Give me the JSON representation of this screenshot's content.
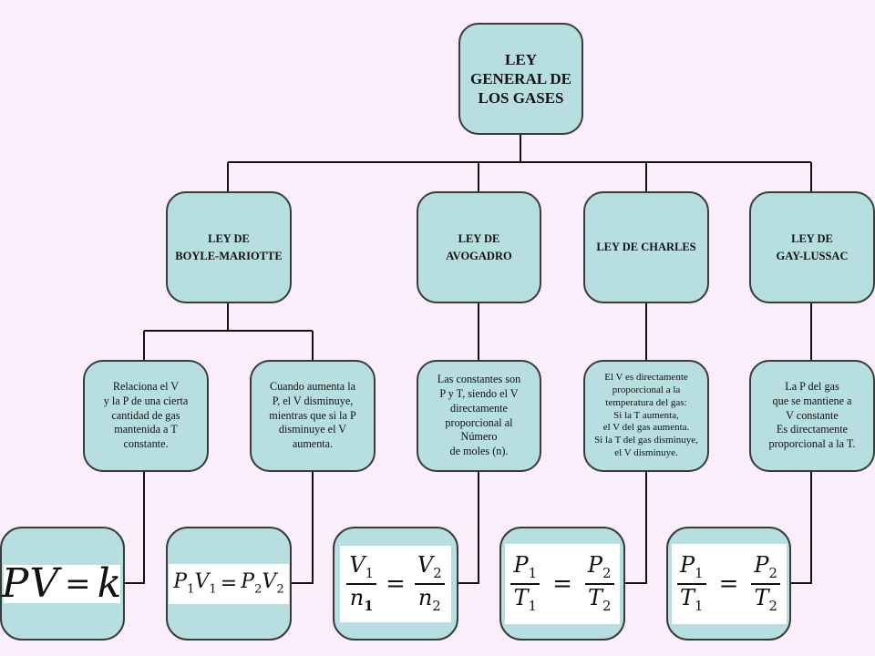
{
  "root": {
    "label": "LEY\nGENERAL DE\nLOS GASES"
  },
  "laws": [
    {
      "id": "boyle",
      "label": "LEY DE\nBOYLE-MARIOTTE"
    },
    {
      "id": "avogadro",
      "label": "LEY DE\nAVOGADRO"
    },
    {
      "id": "charles",
      "label": "LEY DE CHARLES"
    },
    {
      "id": "gay-lussac",
      "label": "LEY DE\nGAY-LUSSAC"
    }
  ],
  "descriptions": [
    {
      "id": "boyle-1",
      "text": "Relaciona el V\ny la P de una cierta\ncantidad de gas\nmantenida a T\nconstante."
    },
    {
      "id": "boyle-2",
      "text": "Cuando aumenta la\nP, el V disminuye,\nmientras que si la P\ndisminuye el V\naumenta."
    },
    {
      "id": "avogadro",
      "text": "Las constantes son\nP y T, siendo el V\ndirectamente\nproporcional al\nNúmero\nde moles (n)."
    },
    {
      "id": "charles",
      "text": "El V es directamente\nproporcional a la\ntemperatura del gas:\nSi la T aumenta,\nel V del gas aumenta.\nSi la T del gas disminuye,\nel V disminuye."
    },
    {
      "id": "gay-lussac",
      "text": "La P del gas\nque se mantiene a\nV constante\nEs directamente\nproporcional a la T."
    }
  ],
  "formulas": {
    "boyle_1": {
      "lhs": "PV",
      "eq": "=",
      "rhs": "k"
    },
    "boyle_2": {
      "p1": "P",
      "v1": "V",
      "eq": "=",
      "p2": "P",
      "v2": "V",
      "sub1": "1",
      "sub2": "2"
    },
    "avogadro": {
      "num_left": "V",
      "den_left": "n",
      "num_right": "V",
      "den_right": "n",
      "sub1": "1",
      "sub2": "2",
      "eq": "="
    },
    "charles": {
      "num_left": "P",
      "den_left": "T",
      "num_right": "P",
      "den_right": "T",
      "sub1": "1",
      "sub2": "2",
      "eq": "="
    },
    "gay_lussac": {
      "num_left": "P",
      "den_left": "T",
      "num_right": "P",
      "den_right": "T",
      "sub1": "1",
      "sub2": "2",
      "eq": "="
    }
  },
  "colors": {
    "box_fill": "#b7dee0",
    "box_border": "#3a3a3a",
    "background": "#fbeefb",
    "line": "#111111"
  }
}
